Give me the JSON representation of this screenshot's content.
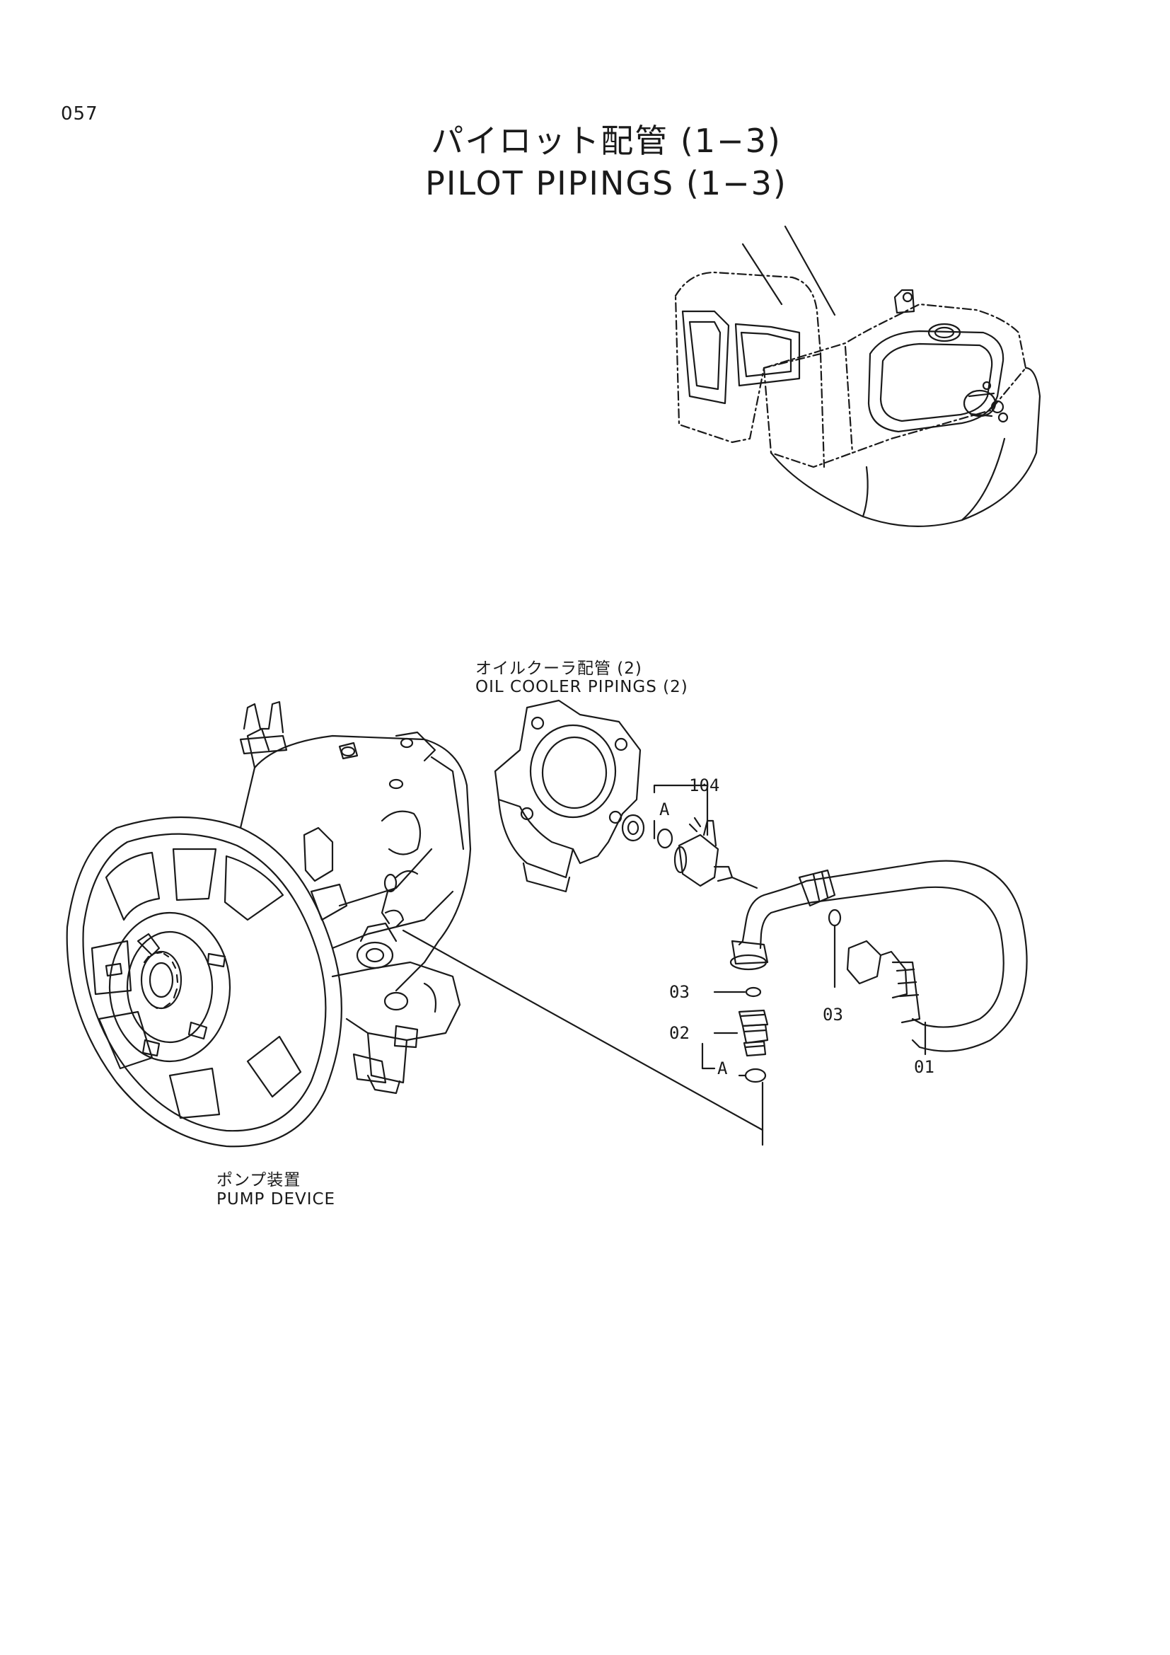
{
  "page_number": "057",
  "title": {
    "japanese": "パイロット配管 (1−3)",
    "english": "PILOT PIPINGS (1−3)"
  },
  "callouts": {
    "oil_cooler": {
      "japanese": "オイルクーラ配管 (2)",
      "english": "OIL COOLER PIPINGS (2)"
    },
    "pump_device": {
      "japanese": "ポンプ装置",
      "english": "PUMP DEVICE"
    }
  },
  "part_numbers": {
    "p104": "104",
    "pA_top": "A",
    "p03_left": "03",
    "p02": "02",
    "pA_bottom": "A",
    "p03_right": "03",
    "p01": "01"
  },
  "colors": {
    "ink": "#1a1a1a",
    "paper": "#ffffff"
  }
}
